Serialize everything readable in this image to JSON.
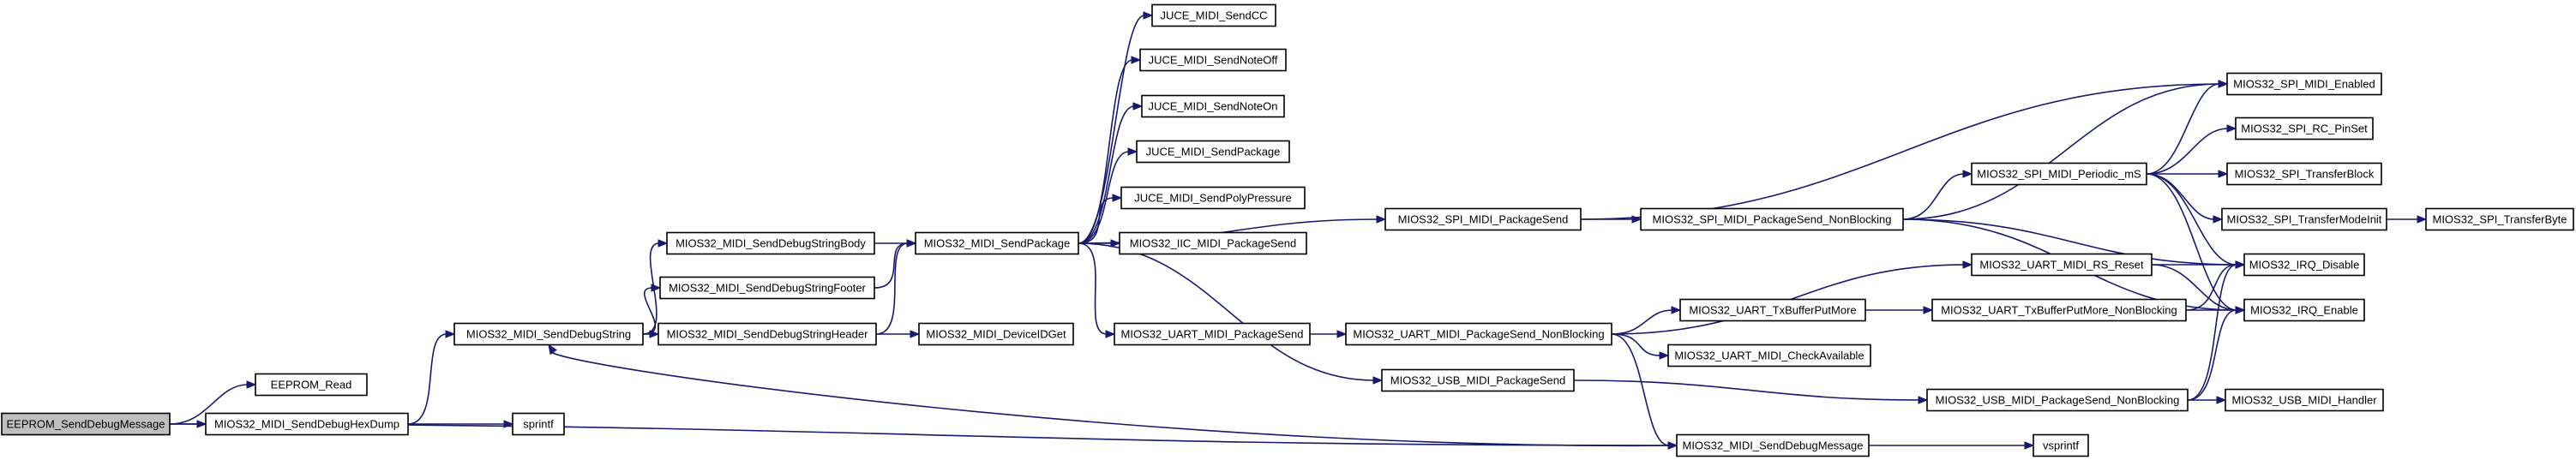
{
  "diagram": {
    "nodes": [
      {
        "id": "eeprom_senddebugmessage",
        "label": "EEPROM_SendDebugMessage",
        "root": true
      },
      {
        "id": "eeprom_read",
        "label": "EEPROM_Read"
      },
      {
        "id": "senddebughexdump",
        "label": "MIOS32_MIDI_SendDebugHexDump"
      },
      {
        "id": "senddebugstring",
        "label": "MIOS32_MIDI_SendDebugString"
      },
      {
        "id": "sprintf",
        "label": "sprintf"
      },
      {
        "id": "senddebugstringbody",
        "label": "MIOS32_MIDI_SendDebugStringBody"
      },
      {
        "id": "senddebugstringfooter",
        "label": "MIOS32_MIDI_SendDebugStringFooter"
      },
      {
        "id": "senddebugstringheader",
        "label": "MIOS32_MIDI_SendDebugStringHeader"
      },
      {
        "id": "sendpackage",
        "label": "MIOS32_MIDI_SendPackage"
      },
      {
        "id": "deviceidget",
        "label": "MIOS32_MIDI_DeviceIDGet"
      },
      {
        "id": "juce_sendcc",
        "label": "JUCE_MIDI_SendCC"
      },
      {
        "id": "juce_sendnoteoff",
        "label": "JUCE_MIDI_SendNoteOff"
      },
      {
        "id": "juce_sendnoteon",
        "label": "JUCE_MIDI_SendNoteOn"
      },
      {
        "id": "juce_sendpackage",
        "label": "JUCE_MIDI_SendPackage"
      },
      {
        "id": "juce_sendpolypressure",
        "label": "JUCE_MIDI_SendPolyPressure"
      },
      {
        "id": "iic_packagesend",
        "label": "MIOS32_IIC_MIDI_PackageSend"
      },
      {
        "id": "spi_packagesend",
        "label": "MIOS32_SPI_MIDI_PackageSend"
      },
      {
        "id": "uart_packagesend",
        "label": "MIOS32_UART_MIDI_PackageSend"
      },
      {
        "id": "usb_packagesend",
        "label": "MIOS32_USB_MIDI_PackageSend"
      },
      {
        "id": "senddebugmessage",
        "label": "MIOS32_MIDI_SendDebugMessage"
      },
      {
        "id": "spi_packagesend_nb",
        "label": "MIOS32_SPI_MIDI_PackageSend_NonBlocking"
      },
      {
        "id": "uart_packagesend_nb",
        "label": "MIOS32_UART_MIDI_PackageSend_NonBlocking"
      },
      {
        "id": "usb_packagesend_nb",
        "label": "MIOS32_USB_MIDI_PackageSend_NonBlocking"
      },
      {
        "id": "vsprintf",
        "label": "vsprintf"
      },
      {
        "id": "spi_periodic",
        "label": "MIOS32_SPI_MIDI_Periodic_mS"
      },
      {
        "id": "uart_rs_reset",
        "label": "MIOS32_UART_MIDI_RS_Reset"
      },
      {
        "id": "uart_txbufferputmore",
        "label": "MIOS32_UART_TxBufferPutMore"
      },
      {
        "id": "uart_checkavailable",
        "label": "MIOS32_UART_MIDI_CheckAvailable"
      },
      {
        "id": "uart_txbufferputmore_nb",
        "label": "MIOS32_UART_TxBufferPutMore_NonBlocking"
      },
      {
        "id": "spi_enabled",
        "label": "MIOS32_SPI_MIDI_Enabled"
      },
      {
        "id": "spi_rc_pinset",
        "label": "MIOS32_SPI_RC_PinSet"
      },
      {
        "id": "spi_transferblock",
        "label": "MIOS32_SPI_TransferBlock"
      },
      {
        "id": "spi_transfermodeinit",
        "label": "MIOS32_SPI_TransferModeInit"
      },
      {
        "id": "irq_disable",
        "label": "MIOS32_IRQ_Disable"
      },
      {
        "id": "irq_enable",
        "label": "MIOS32_IRQ_Enable"
      },
      {
        "id": "usb_handler",
        "label": "MIOS32_USB_MIDI_Handler"
      },
      {
        "id": "spi_transferbyte",
        "label": "MIOS32_SPI_TransferByte"
      }
    ],
    "edges": [
      [
        "eeprom_senddebugmessage",
        "eeprom_read"
      ],
      [
        "eeprom_senddebugmessage",
        "senddebughexdump"
      ],
      [
        "eeprom_senddebugmessage",
        "senddebugmessage"
      ],
      [
        "senddebughexdump",
        "senddebugstring"
      ],
      [
        "senddebughexdump",
        "sprintf"
      ],
      [
        "senddebugstring",
        "senddebugstringbody"
      ],
      [
        "senddebugstring",
        "senddebugstringfooter"
      ],
      [
        "senddebugstring",
        "senddebugstringheader"
      ],
      [
        "senddebugstringbody",
        "sendpackage"
      ],
      [
        "senddebugstringfooter",
        "sendpackage"
      ],
      [
        "senddebugstringheader",
        "sendpackage"
      ],
      [
        "senddebugstringheader",
        "deviceidget"
      ],
      [
        "sendpackage",
        "juce_sendcc"
      ],
      [
        "sendpackage",
        "juce_sendnoteoff"
      ],
      [
        "sendpackage",
        "juce_sendnoteon"
      ],
      [
        "sendpackage",
        "juce_sendpackage"
      ],
      [
        "sendpackage",
        "juce_sendpolypressure"
      ],
      [
        "sendpackage",
        "iic_packagesend"
      ],
      [
        "sendpackage",
        "spi_packagesend"
      ],
      [
        "sendpackage",
        "uart_packagesend"
      ],
      [
        "sendpackage",
        "usb_packagesend"
      ],
      [
        "spi_packagesend",
        "spi_enabled"
      ],
      [
        "spi_packagesend",
        "spi_packagesend_nb"
      ],
      [
        "spi_packagesend_nb",
        "spi_enabled"
      ],
      [
        "spi_packagesend_nb",
        "spi_periodic"
      ],
      [
        "spi_packagesend_nb",
        "irq_disable"
      ],
      [
        "spi_packagesend_nb",
        "irq_enable"
      ],
      [
        "spi_periodic",
        "spi_enabled"
      ],
      [
        "spi_periodic",
        "spi_rc_pinset"
      ],
      [
        "spi_periodic",
        "spi_transferblock"
      ],
      [
        "spi_periodic",
        "spi_transfermodeinit"
      ],
      [
        "spi_periodic",
        "irq_disable"
      ],
      [
        "spi_periodic",
        "irq_enable"
      ],
      [
        "spi_transfermodeinit",
        "spi_transferbyte"
      ],
      [
        "uart_packagesend",
        "uart_packagesend_nb"
      ],
      [
        "uart_packagesend_nb",
        "uart_rs_reset"
      ],
      [
        "uart_packagesend_nb",
        "uart_txbufferputmore"
      ],
      [
        "uart_packagesend_nb",
        "uart_checkavailable"
      ],
      [
        "uart_packagesend_nb",
        "senddebugmessage"
      ],
      [
        "uart_rs_reset",
        "irq_disable"
      ],
      [
        "uart_rs_reset",
        "irq_enable"
      ],
      [
        "uart_txbufferputmore",
        "uart_txbufferputmore_nb"
      ],
      [
        "uart_txbufferputmore_nb",
        "irq_disable"
      ],
      [
        "uart_txbufferputmore_nb",
        "irq_enable"
      ],
      [
        "usb_packagesend",
        "usb_packagesend_nb"
      ],
      [
        "usb_packagesend_nb",
        "irq_disable"
      ],
      [
        "usb_packagesend_nb",
        "irq_enable"
      ],
      [
        "usb_packagesend_nb",
        "usb_handler"
      ],
      [
        "senddebugmessage",
        "vsprintf"
      ],
      [
        "senddebugmessage",
        "senddebugstring"
      ]
    ]
  }
}
